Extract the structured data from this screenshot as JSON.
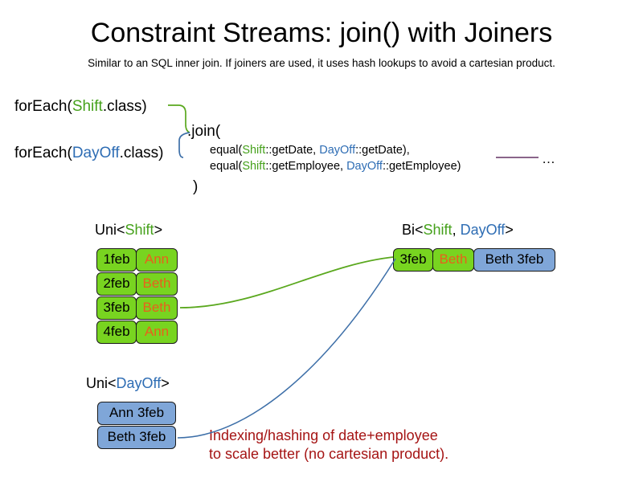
{
  "slide": {
    "title": "Constraint Streams: join() with Joiners",
    "subtitle": "Similar to an SQL inner join. If joiners are used, it uses hash lookups to avoid a cartesian product."
  },
  "code": {
    "foreach_shift": {
      "prefix": "forEach(",
      "type": "Shift",
      "suffix": ".class)"
    },
    "foreach_dayoff": {
      "prefix": "forEach(",
      "type": "DayOff",
      "suffix": ".class)"
    },
    "join_open": ".join(",
    "join_close": ")",
    "equal_date": {
      "prefix": "equal(",
      "left_type": "Shift",
      "left_method": "::getDate, ",
      "right_type": "DayOff",
      "right_method": "::getDate),"
    },
    "equal_employee": {
      "prefix": "equal(",
      "left_type": "Shift",
      "left_method": "::getEmployee, ",
      "right_type": "DayOff",
      "right_method": "::getEmployee)"
    },
    "ellipsis": "…"
  },
  "streams": {
    "uni_shift": {
      "label_prefix": "Uni<",
      "label_type": "Shift",
      "label_suffix": ">",
      "rows": [
        {
          "date": "1feb",
          "employee": "Ann"
        },
        {
          "date": "2feb",
          "employee": "Beth"
        },
        {
          "date": "3feb",
          "employee": "Beth"
        },
        {
          "date": "4feb",
          "employee": "Ann"
        }
      ]
    },
    "uni_dayoff": {
      "label_prefix": "Uni<",
      "label_type": "DayOff",
      "label_suffix": ">",
      "rows": [
        {
          "pair": "Ann 3feb"
        },
        {
          "pair": "Beth 3feb"
        }
      ]
    },
    "bi": {
      "label_prefix": "Bi<",
      "label_type_a": "Shift",
      "label_separator": ", ",
      "label_type_b": "DayOff",
      "label_suffix": ">",
      "row": {
        "date": "3feb",
        "employee": "Beth",
        "pair": "Beth 3feb"
      }
    }
  },
  "annotation": {
    "line1": "Indexing/hashing of date+employee",
    "line2": "to scale better (no cartesian product)."
  },
  "colors": {
    "shift_green": "#45a11b",
    "dayoff_blue": "#2e6db4",
    "box_green": "#78d420",
    "box_blue": "#7fa6d8",
    "employee_orange": "#e8601c",
    "annotation_red": "#a51414",
    "connector_green": "#5aa81e",
    "connector_blue": "#3d6fa8",
    "rule_purple": "#7a4f7a"
  }
}
